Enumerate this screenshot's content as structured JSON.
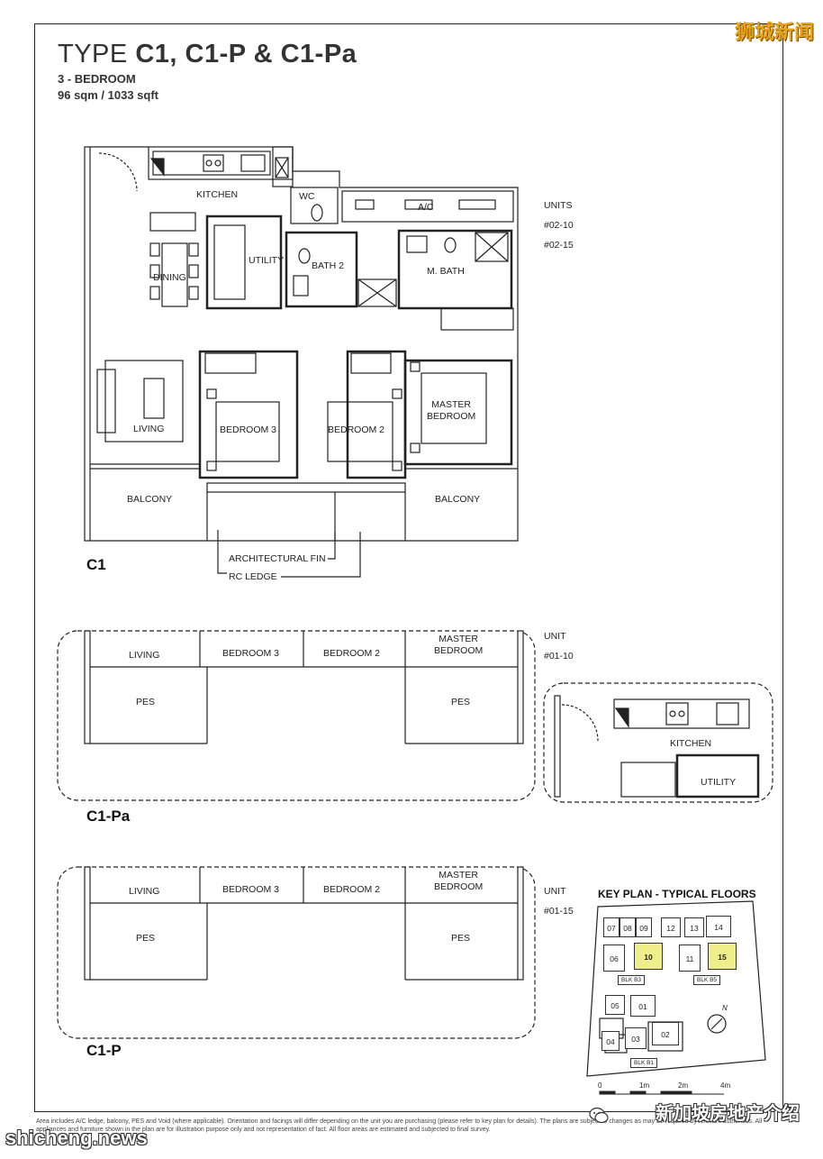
{
  "header": {
    "type_prefix": "TYPE",
    "type_codes": "C1, C1-P & C1-Pa",
    "bedrooms": "3 - BEDROOM",
    "area": "96 sqm / 1033 sqft"
  },
  "watermarks": {
    "top_right": "狮城新闻",
    "bottom_left": "shicheng.news",
    "bottom_right": "新加坡房地产介绍"
  },
  "plan_c1": {
    "name": "C1",
    "units_label": "UNITS",
    "units": [
      "#02-10",
      "#02-15"
    ],
    "rooms": {
      "kitchen": "KITCHEN",
      "wc": "WC",
      "ac": "A/C",
      "dining": "DINING",
      "utility": "UTILITY",
      "bath2": "BATH 2",
      "mbath": "M. BATH",
      "living": "LIVING",
      "bedroom3": "BEDROOM 3",
      "bedroom2": "BEDROOM 2",
      "master_line1": "MASTER",
      "master_line2": "BEDROOM",
      "balcony_left": "BALCONY",
      "balcony_right": "BALCONY"
    },
    "callouts": {
      "fin": "ARCHITECTURAL FIN",
      "ledge": "RC LEDGE"
    }
  },
  "plan_c1pa": {
    "name": "C1-Pa",
    "unit_label": "UNIT",
    "unit": "#01-10",
    "rooms": {
      "living": "LIVING",
      "bedroom3": "BEDROOM 3",
      "bedroom2": "BEDROOM 2",
      "master_line1": "MASTER",
      "master_line2": "BEDROOM",
      "pes_left": "PES",
      "pes_right": "PES"
    },
    "inset": {
      "kitchen": "KITCHEN",
      "utility": "UTILITY"
    }
  },
  "plan_c1p": {
    "name": "C1-P",
    "unit_label": "UNIT",
    "unit": "#01-15",
    "rooms": {
      "living": "LIVING",
      "bedroom3": "BEDROOM 3",
      "bedroom2": "BEDROOM 2",
      "master_line1": "MASTER",
      "master_line2": "BEDROOM",
      "pes_left": "PES",
      "pes_right": "PES"
    }
  },
  "key_plan": {
    "title": "KEY PLAN - TYPICAL FLOORS",
    "units_row1": [
      "07",
      "08",
      "09",
      "12",
      "13",
      "14"
    ],
    "units_row2": [
      "06",
      "10",
      "11",
      "15"
    ],
    "highlighted": [
      "10",
      "15"
    ],
    "units_lower": [
      "05",
      "01",
      "04",
      "03",
      "02"
    ],
    "blocks": [
      "BLK B3",
      "BLK B5",
      "BLK B1"
    ],
    "north": "N",
    "highlight_color": "#eeee8a"
  },
  "scale_bar": {
    "labels": [
      "0",
      "1m",
      "2m",
      "4m"
    ]
  },
  "footnote": "Area includes A/C ledge, balcony, PES and Void (where applicable). Orientation and facings will differ depending on the unit you are purchasing (please refer to key plan for details). The plans are subject to changes as may be required by relevant authorities. All appliances and furniture shown in the plan are for illustration purpose only and not representation of fact. All floor areas are estimated and subjected to final survey."
}
